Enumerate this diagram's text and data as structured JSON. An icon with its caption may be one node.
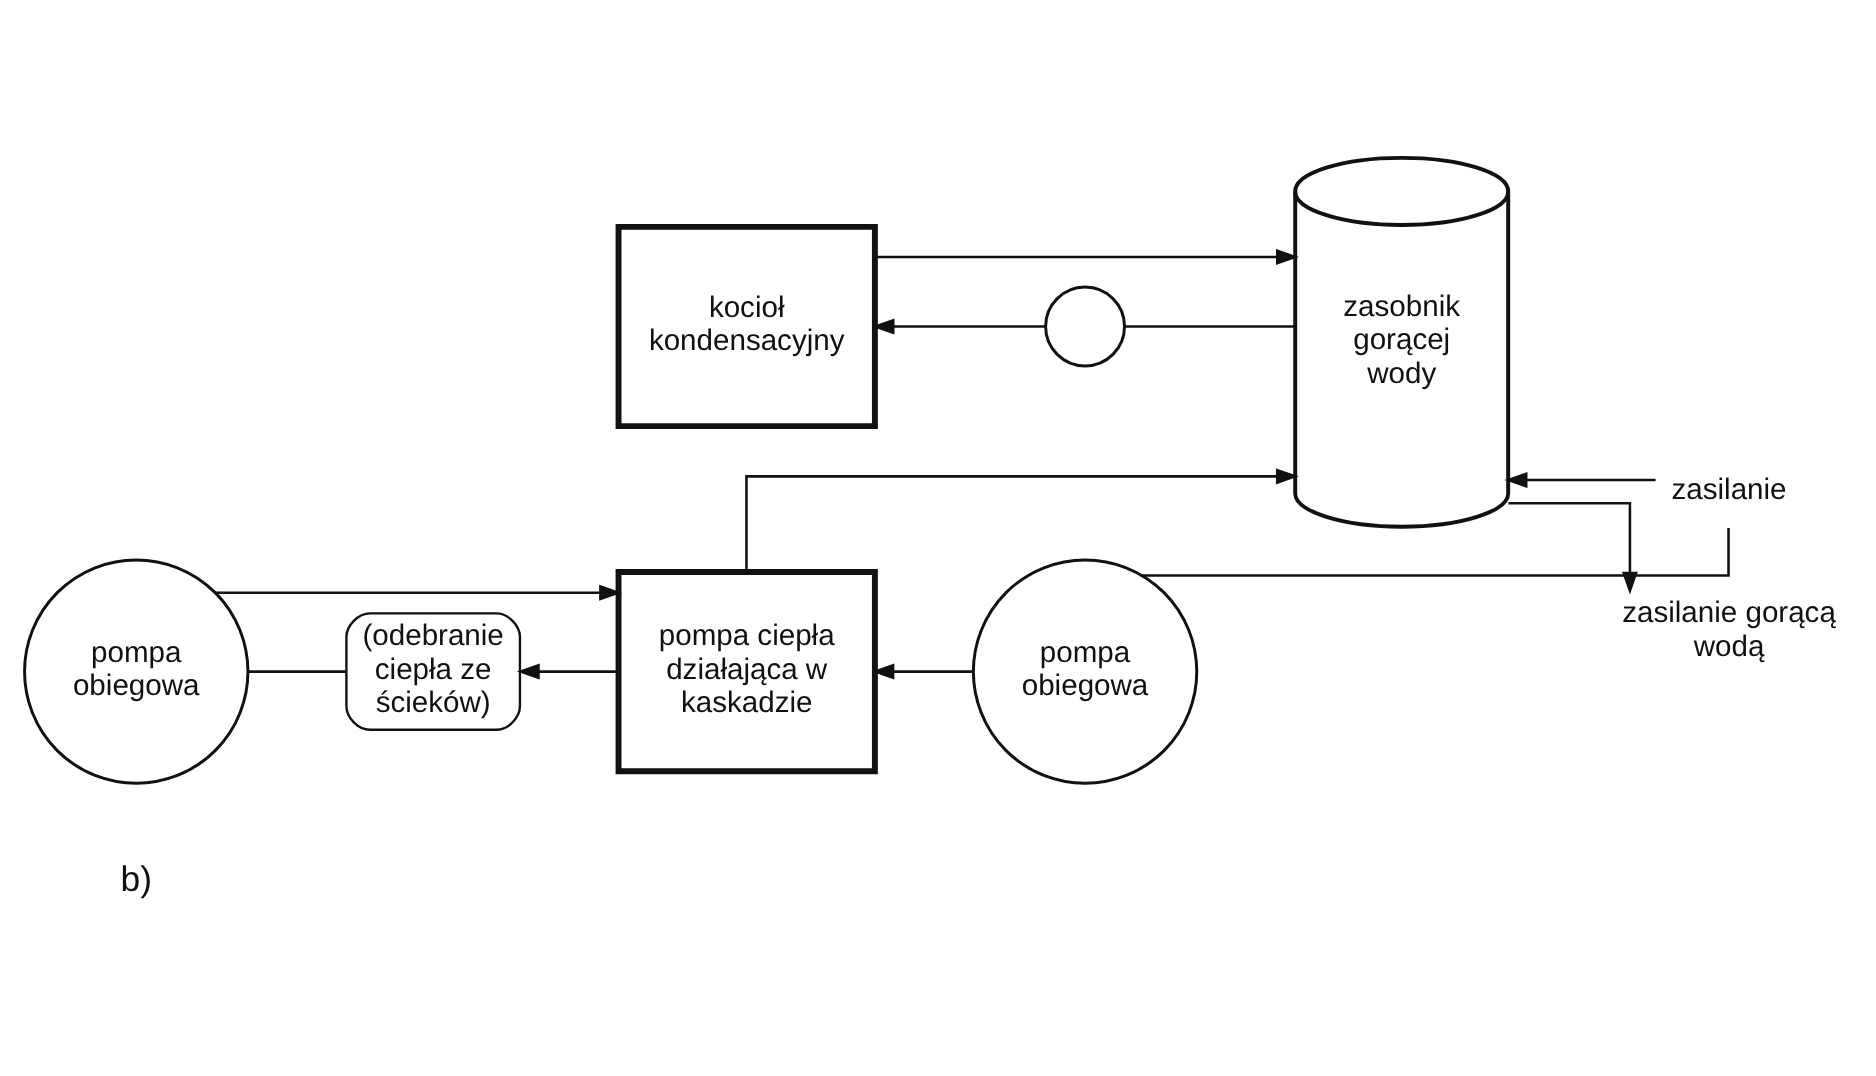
{
  "diagram": {
    "nodes": [
      {
        "text": [
          "kocioł kondensacyjny"
        ]
      },
      {
        "text": [
          "zasilanie gorącą wodą"
        ]
      },
      {
        "text": [],
        "shape": "circle"
      },
      {
        "text": [
          "zasobnik gorącej wody"
        ]
      },
      {
        "text": [
          "pompa ciepła działająca w kaskadzie"
        ]
      },
      {
        "text": [
          "pompa obiegowa"
        ]
      },
      {
        "text": [
          "pompa obiegowa"
        ]
      },
      {
        "text": [
          "zasilanie"
        ]
      },
      {
        "text": [
          "(odebranie ciepła ze ścieków)"
        ]
      }
    ],
    "edges": [
      {
        "from": 0,
        "to": 3,
        "arrow": "to"
      },
      {
        "from": 3,
        "to": 1,
        "arrow": "to"
      },
      {
        "from": 3,
        "to": 2,
        "arrow": "none"
      },
      {
        "from": 2,
        "to": 0,
        "arrow": "to"
      },
      {
        "from": 5,
        "to": 4,
        "arrow": "to"
      },
      {
        "from": 4,
        "to": 8,
        "arrow": "to"
      },
      {
        "from": 8,
        "to": 5,
        "arrow": "none"
      },
      {
        "from": 4,
        "to": 3,
        "arrow": "to"
      },
      {
        "from": 7,
        "to": 6,
        "arrow": "none"
      },
      {
        "from": 7,
        "to": 3,
        "arrow": "to"
      },
      {
        "from": 6,
        "to": 4,
        "arrow": "to"
      }
    ],
    "labels": [
      "b)"
    ]
  }
}
